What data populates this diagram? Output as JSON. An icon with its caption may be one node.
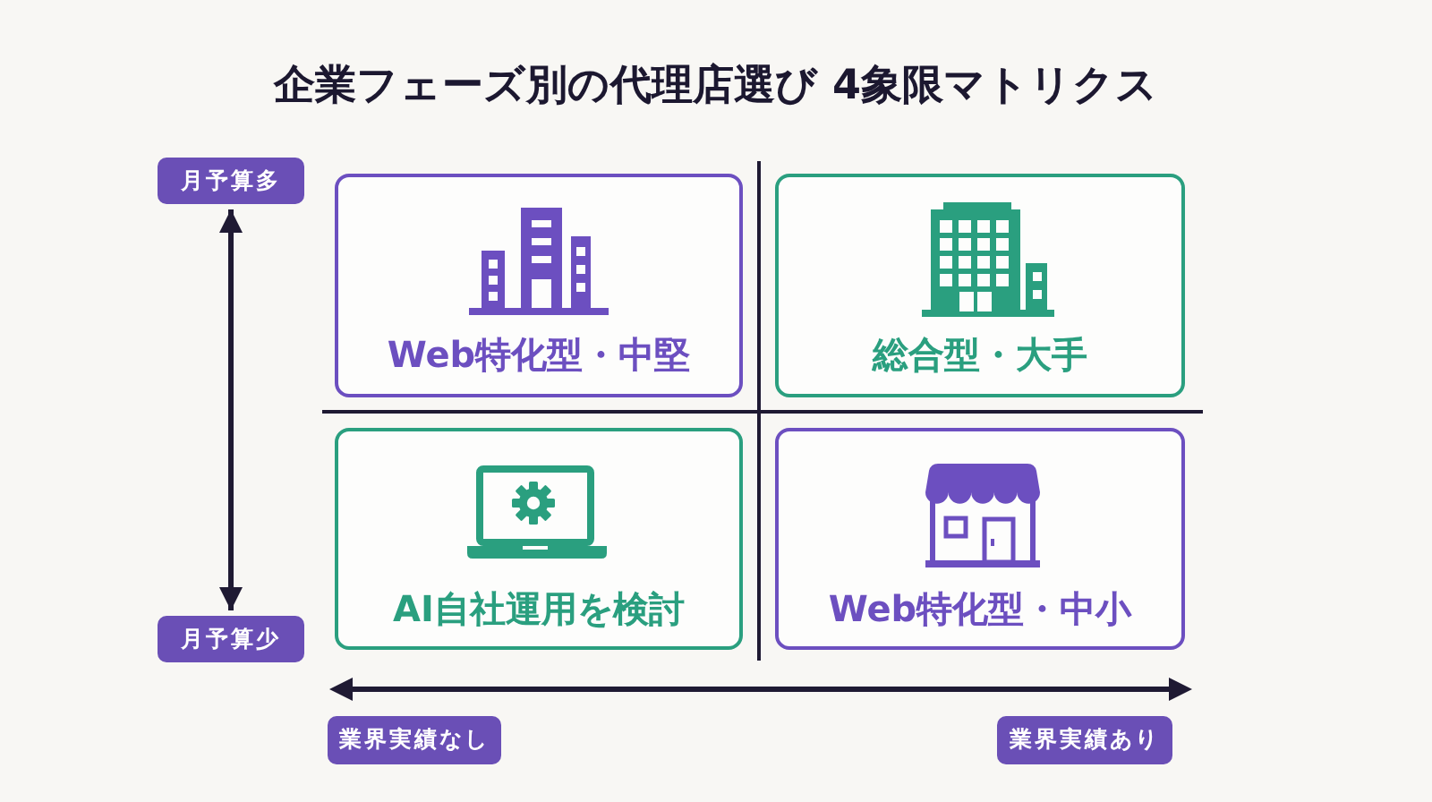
{
  "diagram": {
    "title": "企業フェーズ別の代理店選び 4象限マトリクス",
    "nodes": [
      {
        "text": [
          "月予算多"
        ]
      },
      {
        "text": [
          "Web特化型・中堅"
        ]
      },
      {
        "text": [
          "総合型・大手"
        ]
      },
      {
        "text": [
          "AI自社運用を検討"
        ]
      },
      {
        "text": [
          "Web特化型・中小"
        ]
      },
      {
        "text": [
          "月予算少"
        ]
      },
      {
        "text": [
          "業界実績なし"
        ]
      },
      {
        "text": [
          "業界実績あり"
        ]
      }
    ],
    "edges": [
      {
        "from": 0,
        "to": 5,
        "arrow": "both"
      }
    ]
  }
}
